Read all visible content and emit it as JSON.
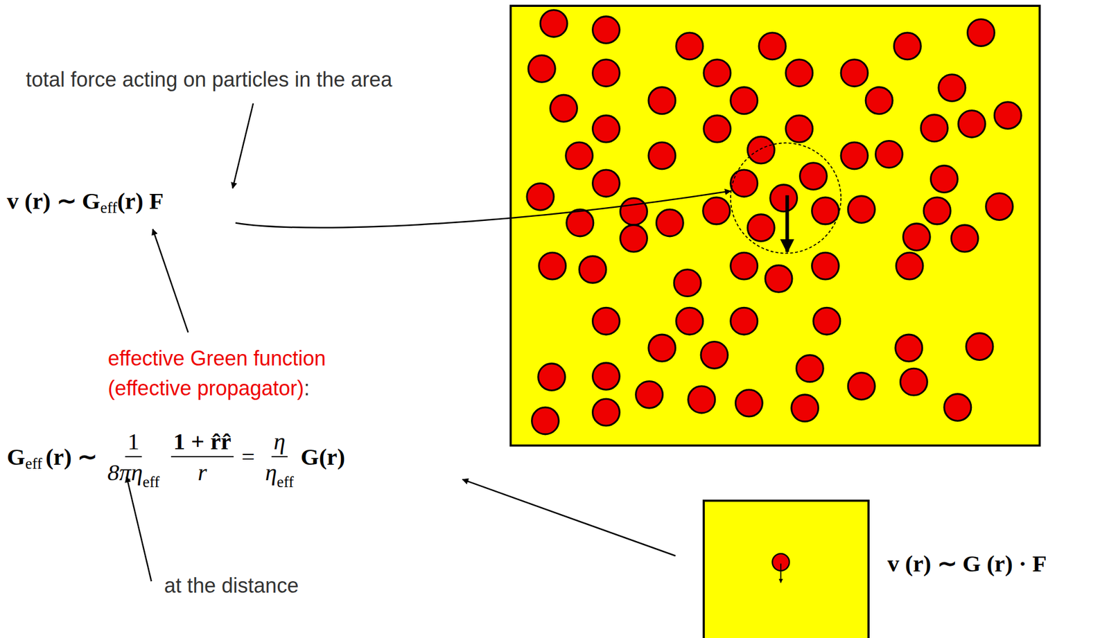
{
  "diagram": {
    "labels": [
      "total force acting on particles in the area",
      "v (r) ∼ G",
      "eff",
      "(r) F",
      "effective Green function",
      "(effective propagator)",
      ":",
      "G",
      "eff",
      "(r) ∼",
      "1",
      "8πη",
      "eff",
      "1 + r̂r̂",
      "r",
      "=",
      "η",
      "η",
      "eff",
      "G(r)",
      "at the distance",
      "v (r) ∼ G (r) · F"
    ]
  }
}
